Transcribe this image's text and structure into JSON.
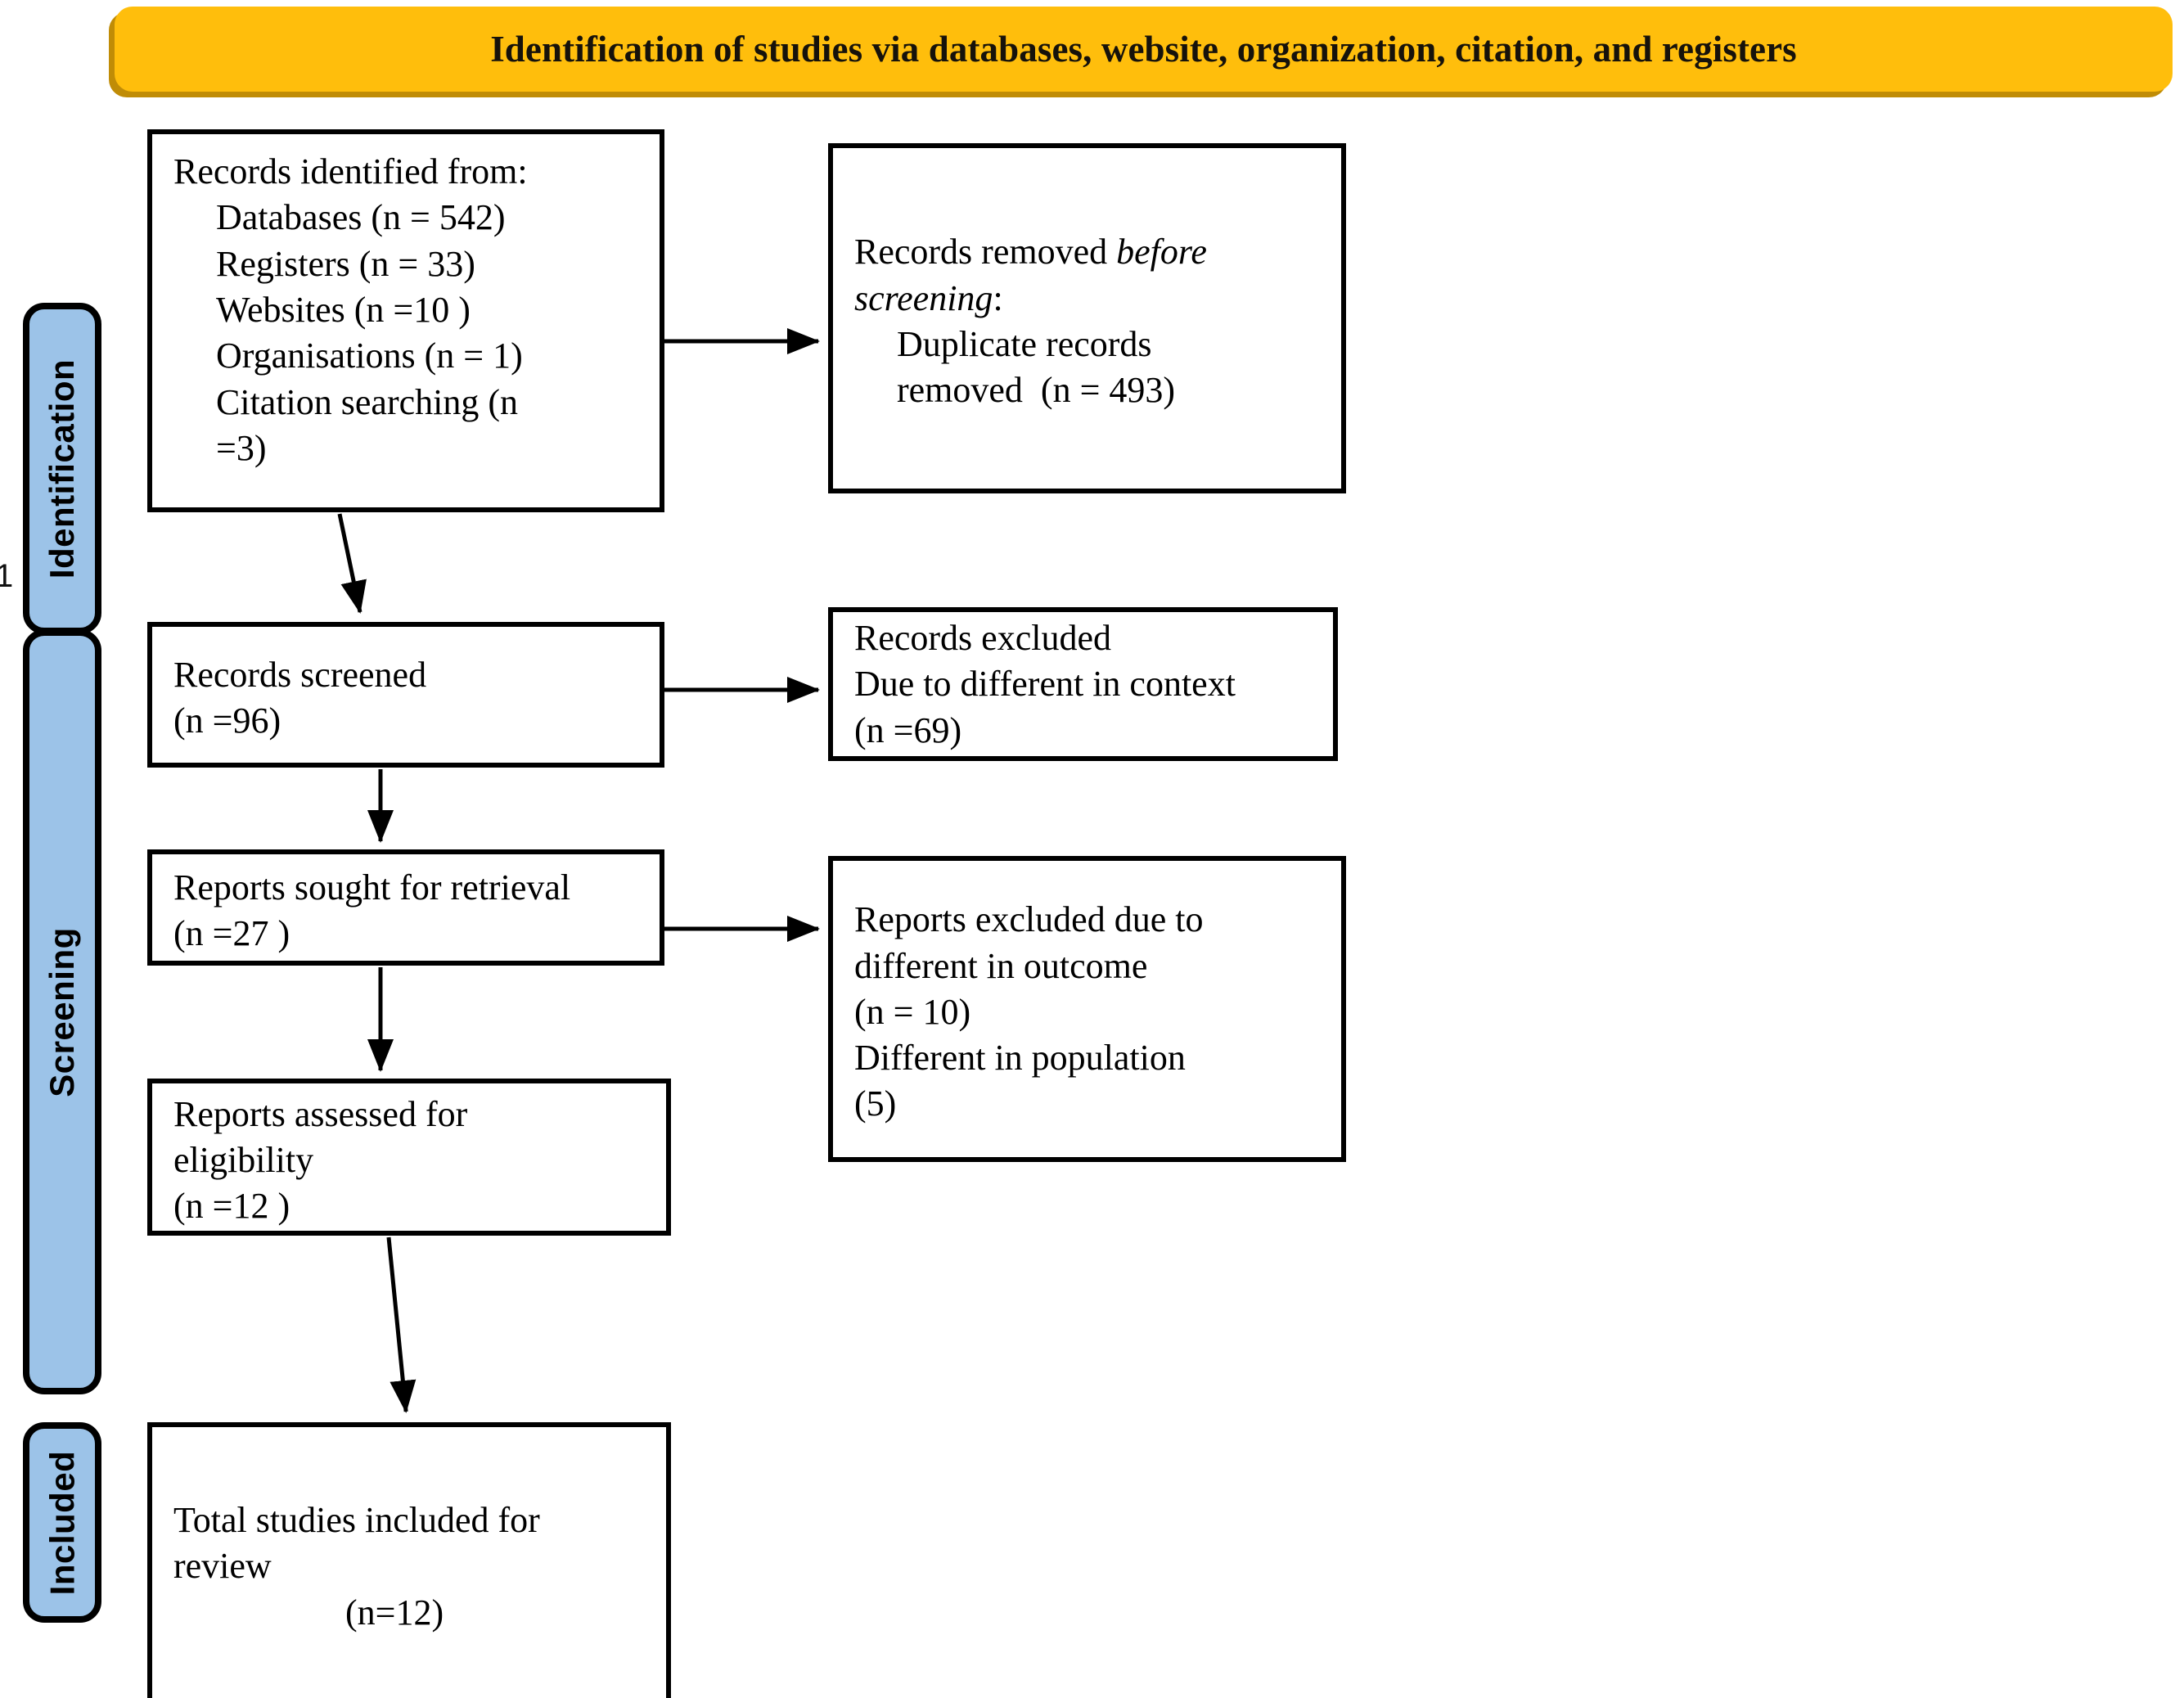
{
  "diagram": {
    "type": "prisma-flow-diagram",
    "page_artifact": "1",
    "banner": {
      "title": "Identification of studies via databases, website, organization, citation, and registers",
      "fill_color": "#FFBE0C",
      "shadow_color": "#C08C06"
    },
    "stages": [
      {
        "id": "identification",
        "label": "Identification",
        "fill_color": "#9CC3E8"
      },
      {
        "id": "screening",
        "label": "Screening",
        "fill_color": "#9CC3E8"
      },
      {
        "id": "included",
        "label": "Included",
        "fill_color": "#9CC3E8"
      }
    ],
    "boxes": {
      "identified": {
        "heading": "Records identified from:",
        "items": [
          "Databases (n = 542)",
          "Registers (n = 33)",
          "Websites (n =10 )",
          "Organisations (n = 1)",
          "Citation searching (n",
          "=3)"
        ]
      },
      "removed": {
        "line1_plain": "Records removed ",
        "line1_italic": "before",
        "line2_italic": "screening",
        "line2_plain": ":",
        "items": [
          "Duplicate records",
          "removed  (n = 493)"
        ]
      },
      "screened": {
        "lines": [
          "Records screened",
          "(n =96)"
        ]
      },
      "excluded_records": {
        "lines": [
          "Records excluded",
          "Due to different in context",
          "(n =69)"
        ]
      },
      "sought": {
        "lines": [
          "Reports sought for retrieval",
          "(n =27 )"
        ]
      },
      "excluded_reports": {
        "lines": [
          "Reports excluded due to",
          "different in outcome",
          "(n = 10)",
          "Different in population",
          "(5)"
        ]
      },
      "assessed": {
        "lines": [
          "Reports assessed for",
          "eligibility",
          "(n =12 )"
        ]
      },
      "total": {
        "lines": [
          "Total studies included for",
          "review"
        ],
        "count_line": "(n=12)"
      }
    },
    "counts": {
      "databases": 542,
      "registers": 33,
      "websites": 10,
      "organisations": 1,
      "citation_searching": 3,
      "duplicates_removed": 493,
      "records_screened": 96,
      "records_excluded_context": 69,
      "reports_sought": 27,
      "reports_excluded_outcome": 10,
      "reports_excluded_population": 5,
      "reports_assessed": 12,
      "total_included": 12
    }
  }
}
